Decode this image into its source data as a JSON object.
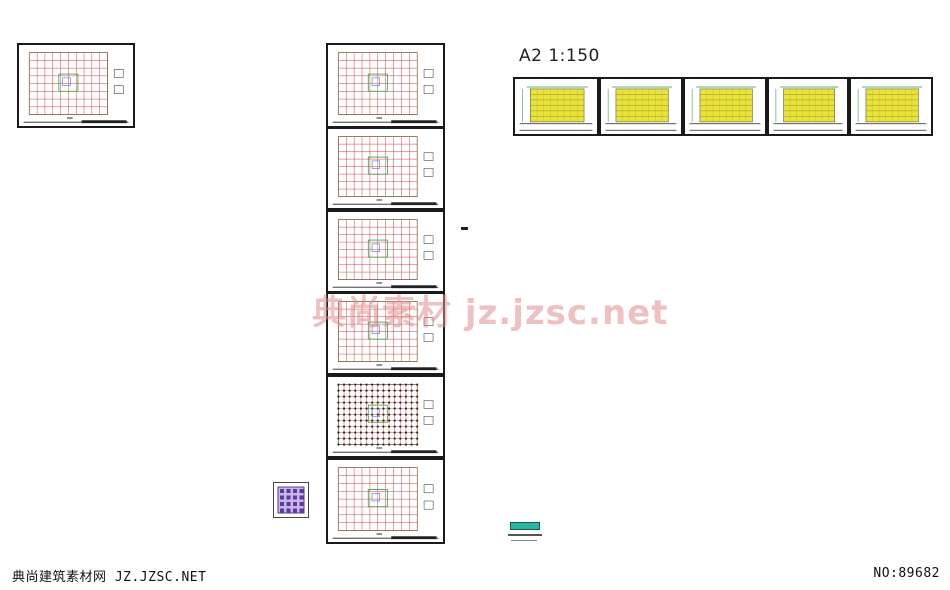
{
  "header": {
    "scale_label": "A2 1:150"
  },
  "watermark": {
    "text": "典尚素材  jz.jzsc.net"
  },
  "footer": {
    "left_text": "典尚建筑素材网 JZ.JZSC.NET",
    "right_text": "NO:89682"
  },
  "sheets": {
    "site_plan": {
      "kind": "floor-plan"
    },
    "column_plans": [
      {
        "kind": "floor-plan"
      },
      {
        "kind": "floor-plan"
      },
      {
        "kind": "floor-plan"
      },
      {
        "kind": "floor-plan"
      },
      {
        "kind": "floor-plan-dense"
      },
      {
        "kind": "floor-plan"
      }
    ],
    "elevations": [
      {
        "kind": "elevation"
      },
      {
        "kind": "elevation"
      },
      {
        "kind": "elevation"
      },
      {
        "kind": "elevation"
      },
      {
        "kind": "elevation"
      }
    ],
    "detail_thumbnail": {
      "kind": "detail"
    }
  },
  "colors": {
    "grid_red": "#d23a3a",
    "grid_green": "#2a9a3a",
    "elevation_yellow": "#e8e23a",
    "frame": "#1a1a1a",
    "watermark": "#e28c8c",
    "detail_purple": "#5a3a9a"
  }
}
